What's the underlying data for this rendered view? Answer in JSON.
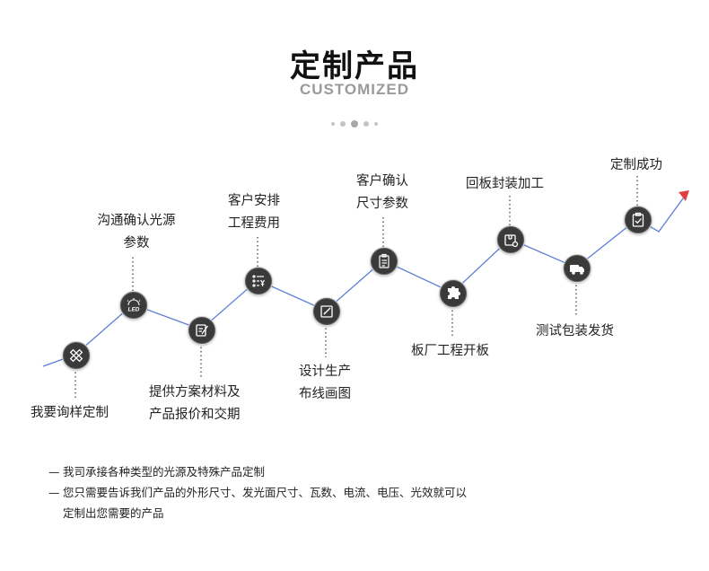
{
  "header": {
    "title": "定制产品",
    "subtitle": "CUSTOMIZED"
  },
  "steps": [
    {
      "label_lines": [
        "我要询样定制"
      ],
      "icon": "pencil-ruler-icon"
    },
    {
      "label_lines": [
        "沟通确认光源",
        "参数"
      ],
      "icon": "led-bulb-icon"
    },
    {
      "label_lines": [
        "提供方案材料及",
        "产品报价和交期"
      ],
      "icon": "document-edit-icon"
    },
    {
      "label_lines": [
        "客户安排",
        "工程费用"
      ],
      "icon": "yen-list-icon"
    },
    {
      "label_lines": [
        "设计生产",
        "布线画图"
      ],
      "icon": "drawing-pen-icon"
    },
    {
      "label_lines": [
        "客户确认",
        "尺寸参数"
      ],
      "icon": "checklist-clipboard-icon"
    },
    {
      "label_lines": [
        "板厂工程开板"
      ],
      "icon": "puzzle-icon"
    },
    {
      "label_lines": [
        "回板封装加工"
      ],
      "icon": "package-box-icon"
    },
    {
      "label_lines": [
        "测试包装发货"
      ],
      "icon": "delivery-truck-icon"
    },
    {
      "label_lines": [
        "定制成功"
      ],
      "icon": "check-clipboard-icon"
    }
  ],
  "notes": [
    {
      "dash": "—",
      "text": "我司承接各种类型的光源及特殊产品定制"
    },
    {
      "dash": "—",
      "text": "您只需要告诉我们产品的外形尺寸、发光面尺寸、瓦数、电流、电压、光效就可以"
    },
    {
      "dash": "",
      "text": "定制出您需要的产品"
    }
  ],
  "colors": {
    "line": "#5b7fd6",
    "arrow": "#e24040",
    "node": "#3a3a3a",
    "subtitle": "#9a9a9a"
  }
}
